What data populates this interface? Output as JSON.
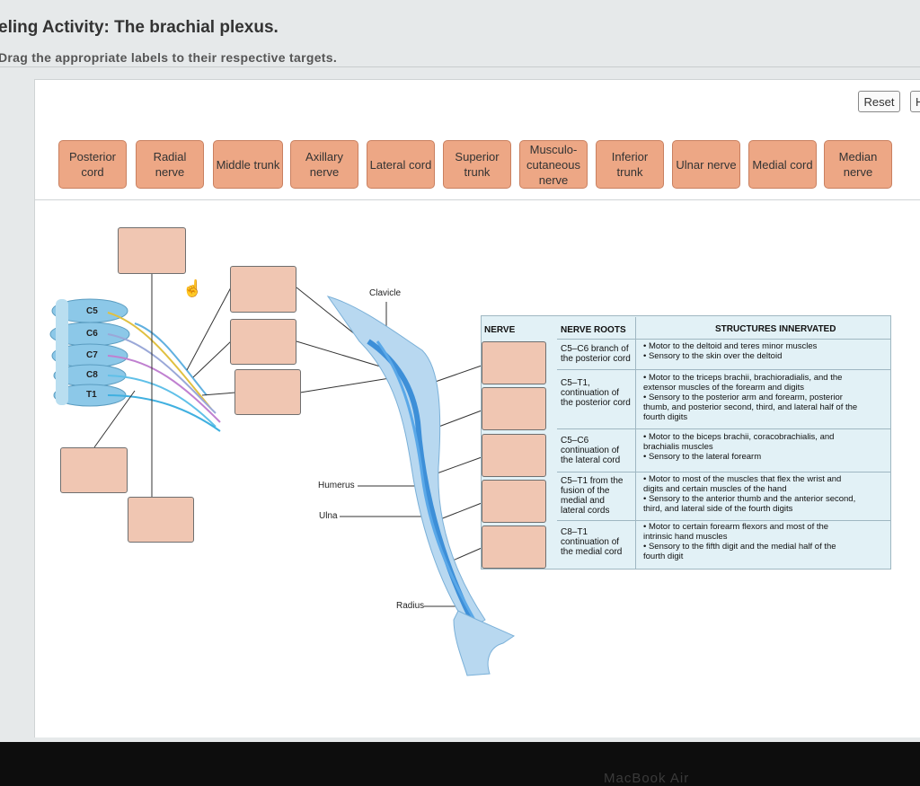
{
  "header": {
    "title": "eling Activity: The brachial plexus.",
    "instruction": "Drag the appropriate labels to their respective targets."
  },
  "toolbar": {
    "reset_label": "Reset",
    "help_label": "H"
  },
  "labels": [
    "Posterior\ncord",
    "Radial\nnerve",
    "Middle trunk",
    "Axillary\nnerve",
    "Lateral cord",
    "Superior\ntrunk",
    "Musculo-\ncutaneous\nnerve",
    "Inferior\ntrunk",
    "Ulnar nerve",
    "Medial cord",
    "Median\nnerve"
  ],
  "diagram": {
    "vertebrae": [
      "C5",
      "C6",
      "C7",
      "C8",
      "T1"
    ],
    "clavicle": "Clavicle",
    "humerus": "Humerus",
    "ulna": "Ulna",
    "radius": "Radius"
  },
  "table": {
    "col_nerve": "NERVE",
    "col_roots": "NERVE ROOTS",
    "col_structures": "STRUCTURES INNERVATED",
    "rows": [
      {
        "roots": "C5–C6 branch of\nthe posterior cord",
        "structures": "• Motor to the deltoid and teres minor muscles\n• Sensory to the skin over the deltoid"
      },
      {
        "roots": "C5–T1,\ncontinuation of\nthe posterior cord",
        "structures": "• Motor to the triceps brachii, brachioradialis, and the\n   extensor muscles of the forearm and digits\n• Sensory to the posterior arm and forearm, posterior\n   thumb, and posterior second, third, and lateral half of the\n   fourth digits"
      },
      {
        "roots": "C5–C6\ncontinuation of\nthe lateral cord",
        "structures": "• Motor to the biceps brachii, coracobrachialis, and\n   brachialis muscles\n• Sensory to the lateral forearm"
      },
      {
        "roots": "C5–T1 from the\nfusion of the\nmedial and\nlateral cords",
        "structures": "• Motor to most of the muscles that flex the wrist and\n   digits and certain muscles of the hand\n• Sensory to the anterior thumb and the anterior second,\n   third, and lateral side of the fourth digits"
      },
      {
        "roots": "C8–T1\ncontinuation of\nthe medial cord",
        "structures": "• Motor to certain forearm flexors and most of the\n   intrinsic hand muscles\n• Sensory to the fifth digit and the medial half of the\n   fourth digit"
      }
    ]
  },
  "footer": {
    "bezel_text": "MacBook Air"
  },
  "colors": {
    "label_fill": "#eda785",
    "target_fill": "#f0c6b2",
    "nerve_blue": "#4aa0e0",
    "table_bg": "#e2f1f6"
  }
}
